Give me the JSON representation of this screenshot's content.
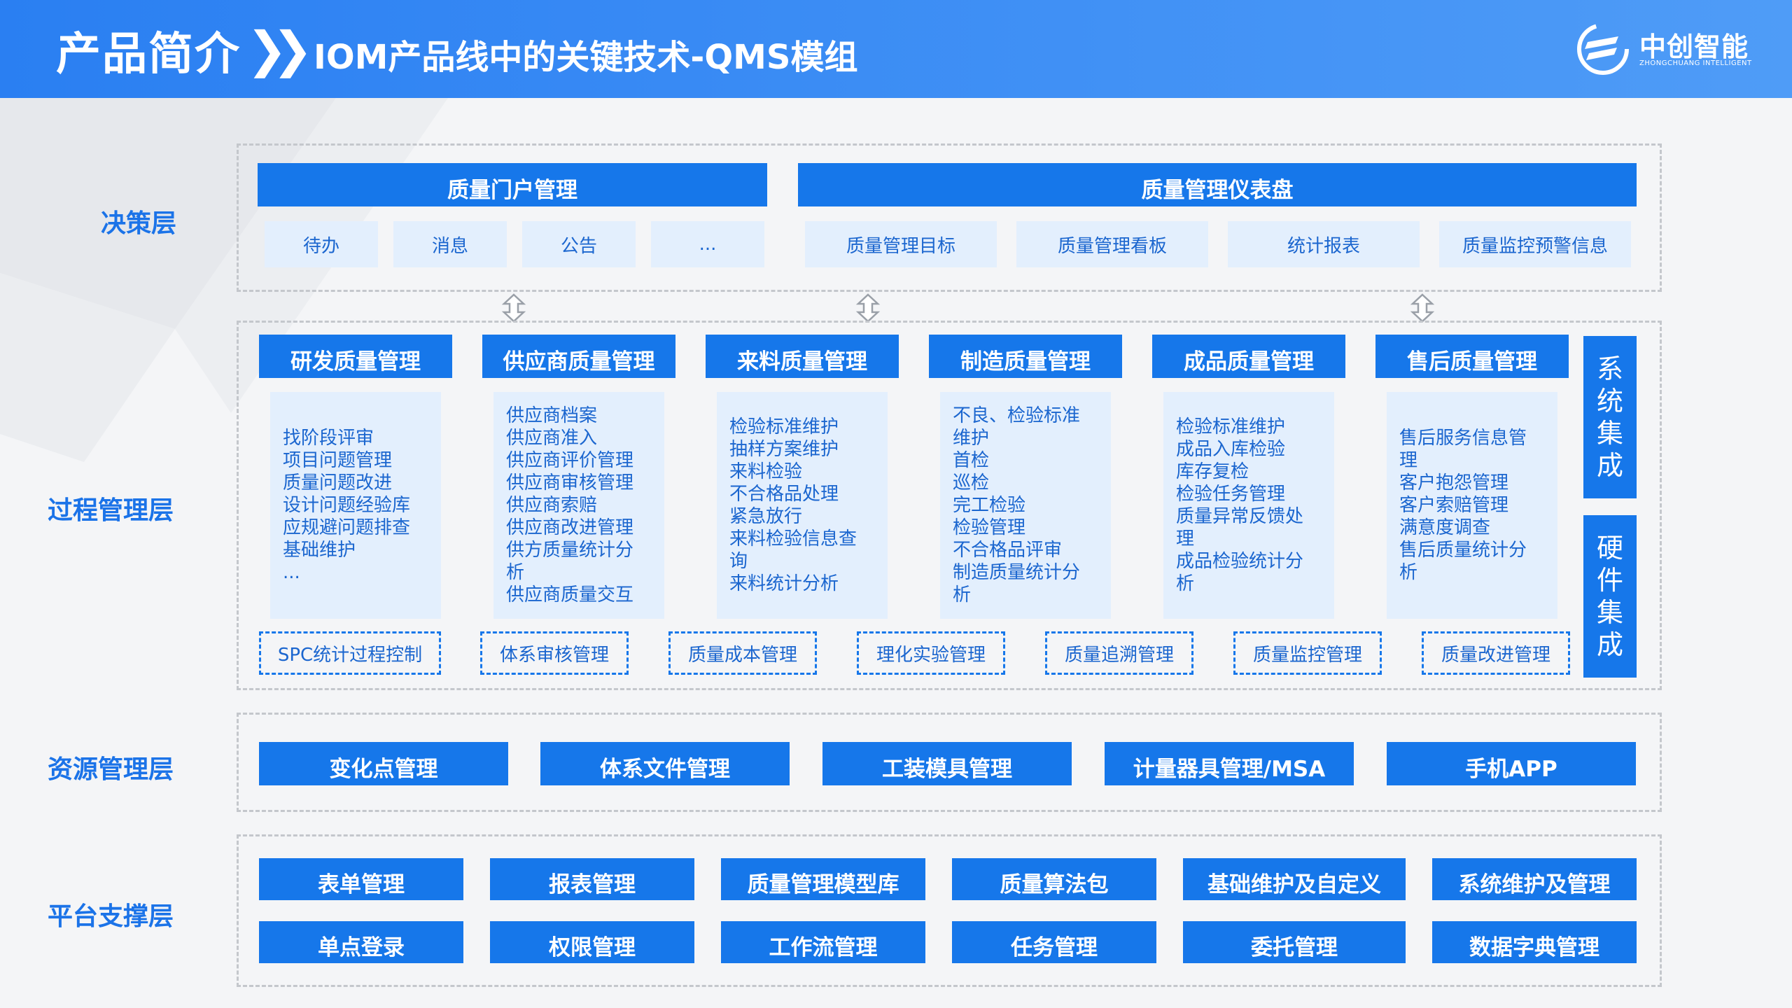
{
  "header": {
    "title": "产品简介",
    "chevrons": "❯❯",
    "subtitle": "IOM产品线中的关键技术-QMS模组",
    "logo_name": "中创智能",
    "logo_en": "ZHONGCHUANG INTELLIGENT"
  },
  "colors": {
    "header_start": "#2a7ff2",
    "header_end": "#4f9cf7",
    "accent": "#1677ea",
    "light_fill": "#e3effd",
    "label_text": "#1b73e8"
  },
  "layers": {
    "decision": "决策层",
    "process": "过程管理层",
    "resource": "资源管理层",
    "platform": "平台支撑层"
  },
  "decision": {
    "portal": {
      "title": "质量门户管理",
      "items": [
        "待办",
        "消息",
        "公告",
        "..."
      ]
    },
    "dashboard": {
      "title": "质量管理仪表盘",
      "items": [
        "质量管理目标",
        "质量管理看板",
        "统计报表",
        "质量监控预警信息"
      ]
    }
  },
  "process": {
    "modules": [
      {
        "title": "研发质量管理",
        "items": [
          "找阶段评审",
          "项目问题管理",
          "质量问题改进",
          "设计问题经验库",
          "应规避问题排查",
          "基础维护",
          "..."
        ]
      },
      {
        "title": "供应商质量管理",
        "items": [
          "供应商档案",
          "供应商准入",
          "供应商评价管理",
          "供应商审核管理",
          "供应商索赔",
          "供应商改进管理",
          "供方质量统计分",
          "析",
          "供应商质量交互"
        ]
      },
      {
        "title": "来料质量管理",
        "items": [
          "检验标准维护",
          "抽样方案维护",
          "来料检验",
          "不合格品处理",
          "紧急放行",
          "来料检验信息查",
          "询",
          "来料统计分析"
        ]
      },
      {
        "title": "制造质量管理",
        "items": [
          "不良、检验标准",
          "维护",
          "首检",
          "巡检",
          "完工检验",
          "检验管理",
          "不合格品评审",
          "制造质量统计分",
          "析"
        ]
      },
      {
        "title": "成品质量管理",
        "items": [
          "检验标准维护",
          "成品入库检验",
          "库存复检",
          "检验任务管理",
          "质量异常反馈处",
          "理",
          "成品检验统计分",
          "析"
        ]
      },
      {
        "title": "售后质量管理",
        "items": [
          "售后服务信息管",
          "理",
          "客户抱怨管理",
          "客户索赔管理",
          "满意度调查",
          "售后质量统计分",
          "析"
        ]
      }
    ],
    "tools": [
      "SPC统计过程控制",
      "体系审核管理",
      "质量成本管理",
      "理化实验管理",
      "质量追溯管理",
      "质量监控管理",
      "质量改进管理"
    ],
    "side": {
      "system": [
        "系",
        "统",
        "集",
        "成"
      ],
      "hardware": [
        "硬",
        "件",
        "集",
        "成"
      ]
    }
  },
  "resource": {
    "items": [
      "变化点管理",
      "体系文件管理",
      "工装模具管理",
      "计量器具管理/MSA",
      "手机APP"
    ]
  },
  "platform": {
    "row1": [
      "表单管理",
      "报表管理",
      "质量管理模型库",
      "质量算法包",
      "基础维护及自定义",
      "系统维护及管理"
    ],
    "row2": [
      "单点登录",
      "权限管理",
      "工作流管理",
      "任务管理",
      "委托管理",
      "数据字典管理"
    ]
  }
}
